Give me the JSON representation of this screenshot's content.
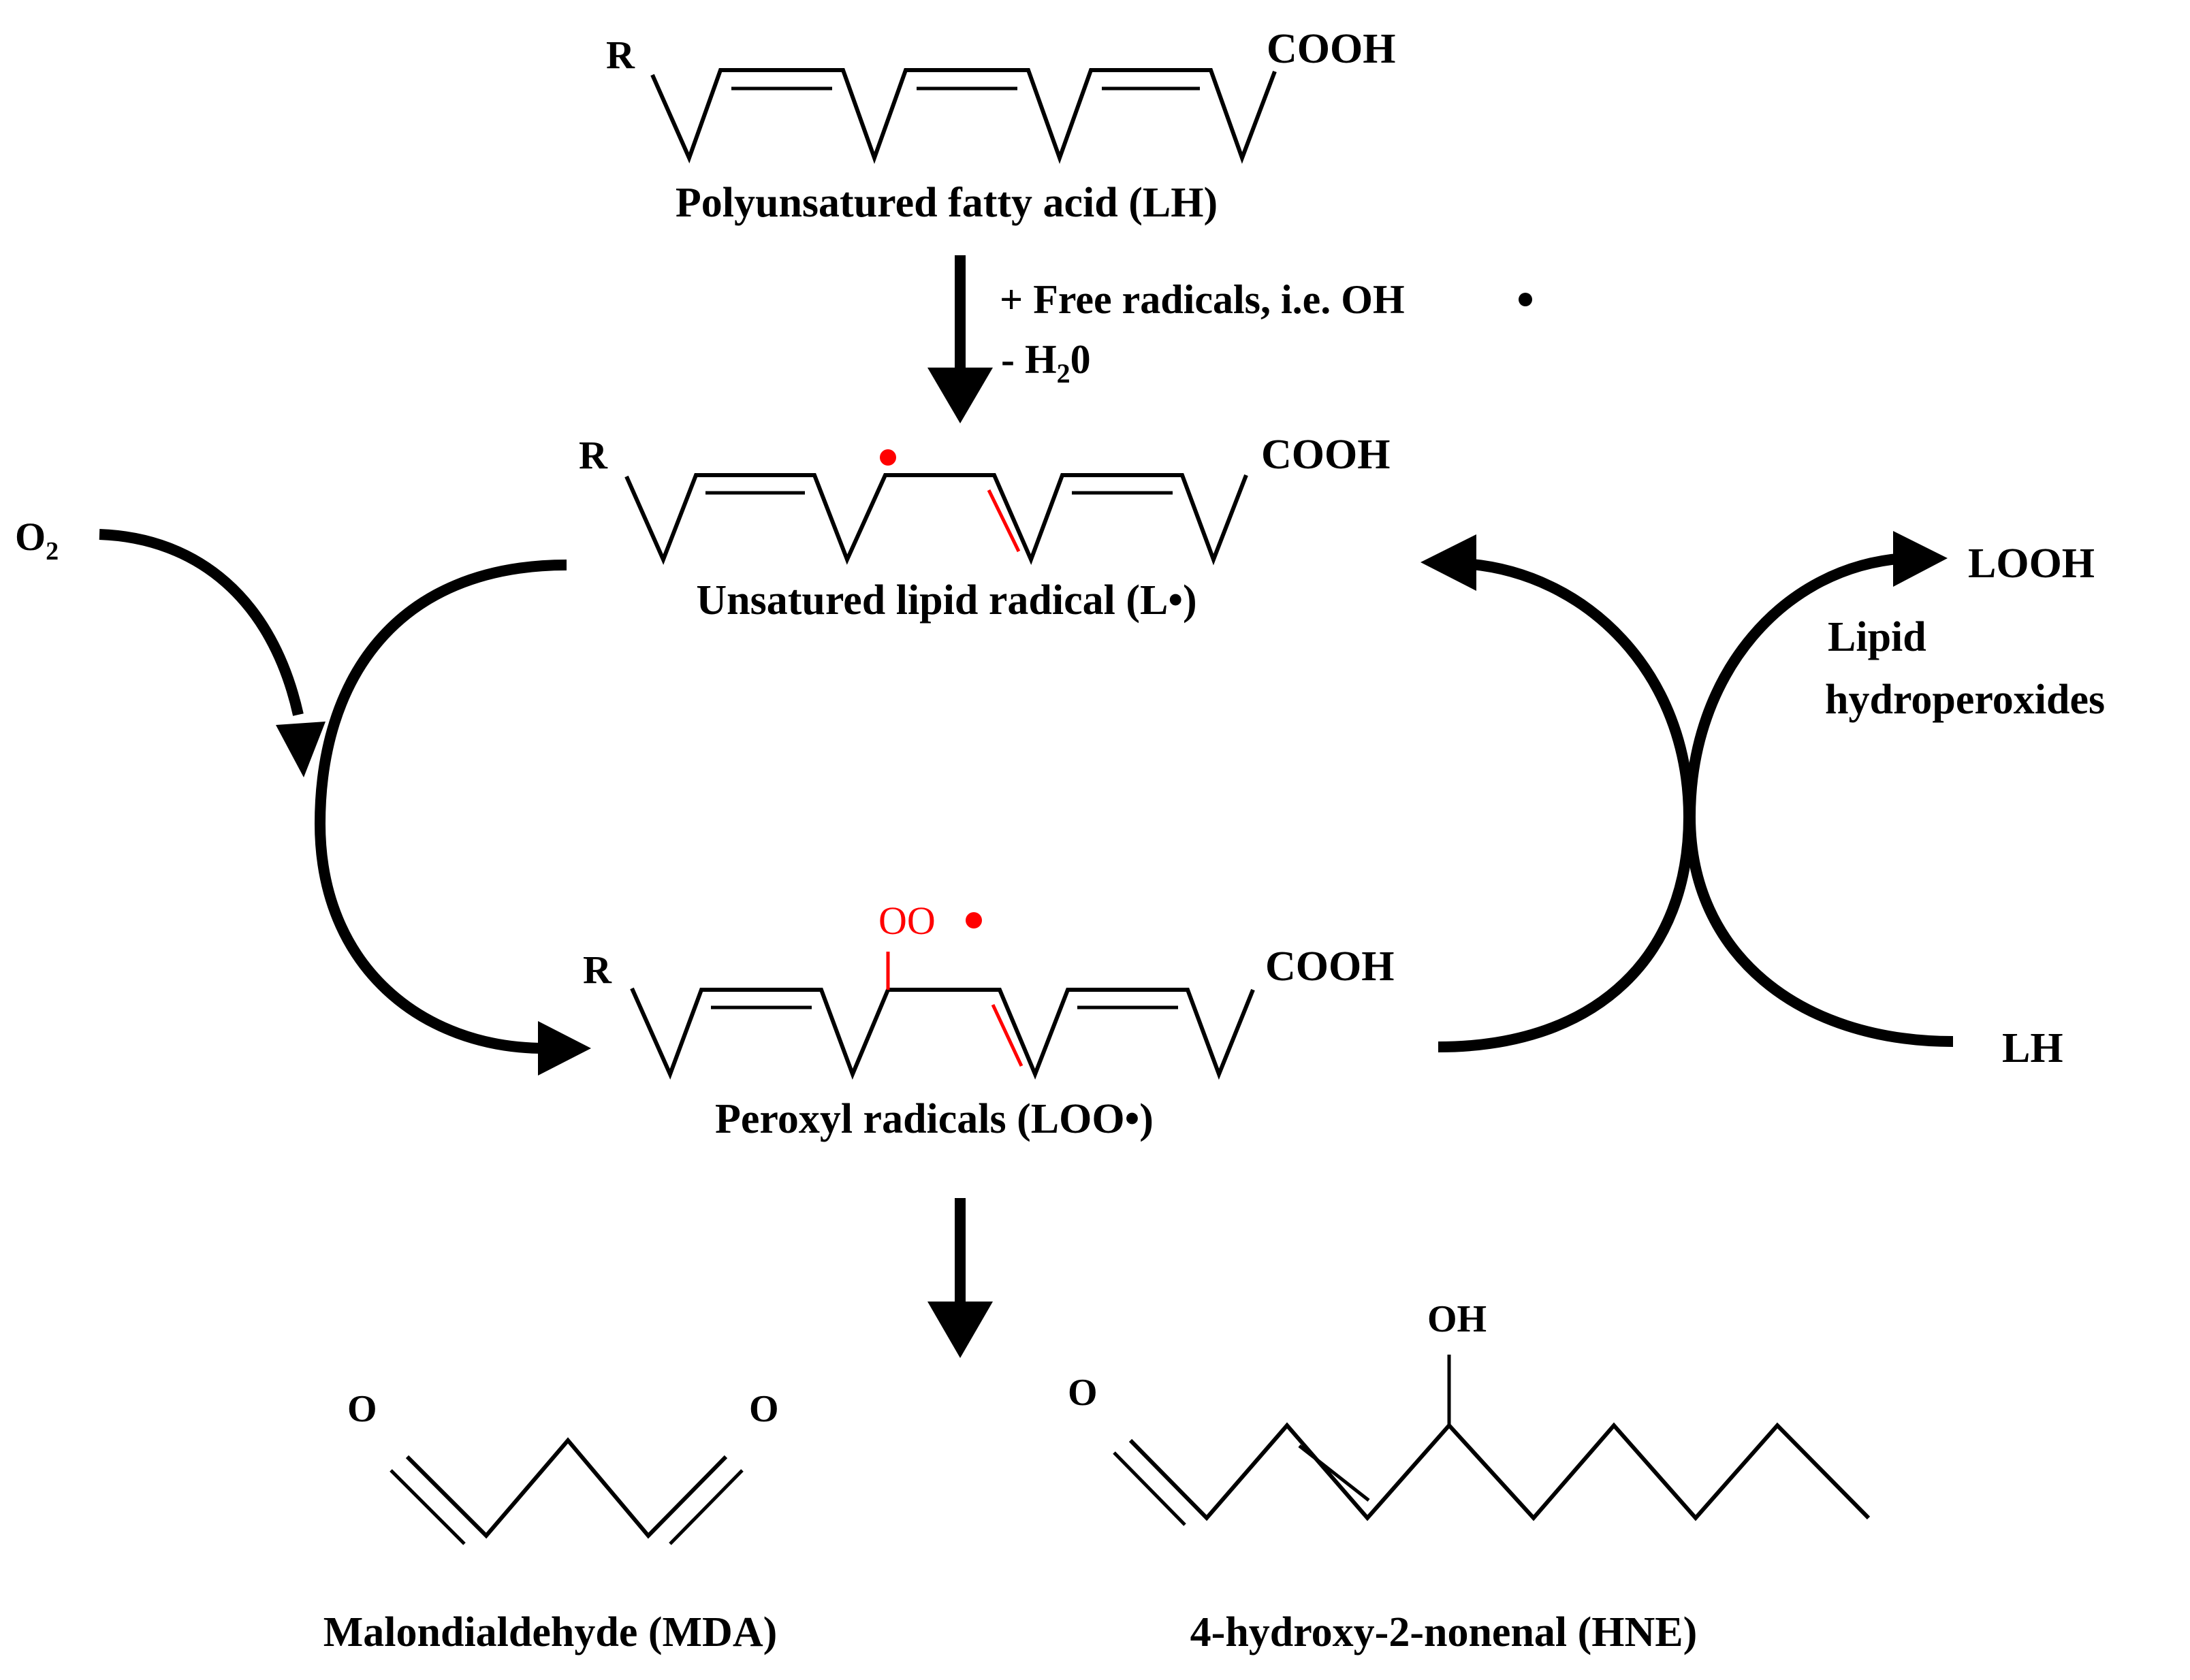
{
  "molecules": {
    "pufa": {
      "r": "R",
      "cooh": "COOH",
      "name": "Polyunsatured fatty acid (LH)"
    },
    "lipid_radical": {
      "r": "R",
      "cooh": "COOH",
      "name": "Unsatured lipid radical (L•)"
    },
    "peroxyl": {
      "r": "R",
      "cooh": "COOH",
      "oo": "OO",
      "name": "Peroxyl radicals (LOO•)"
    },
    "mda": {
      "o_left": "O",
      "o_right": "O",
      "name": "Malondialdehyde (MDA)"
    },
    "hne": {
      "o": "O",
      "oh": "OH",
      "name": "4-hydroxy-2-nonenal (HNE)"
    }
  },
  "reaction": {
    "step1_line1": "+ Free radicals, i.e. OH",
    "step1_line2_prefix": "- H",
    "step1_line2_sub": "2",
    "step1_line2_suffix": "0",
    "o2_main": "O",
    "o2_sub": "2",
    "looh": "LOOH",
    "lipid_hydroperoxides_1": "Lipid",
    "lipid_hydroperoxides_2": "hydroperoxides",
    "lh": "LH"
  },
  "colors": {
    "radical": "#ff0000",
    "ink": "#000000"
  }
}
